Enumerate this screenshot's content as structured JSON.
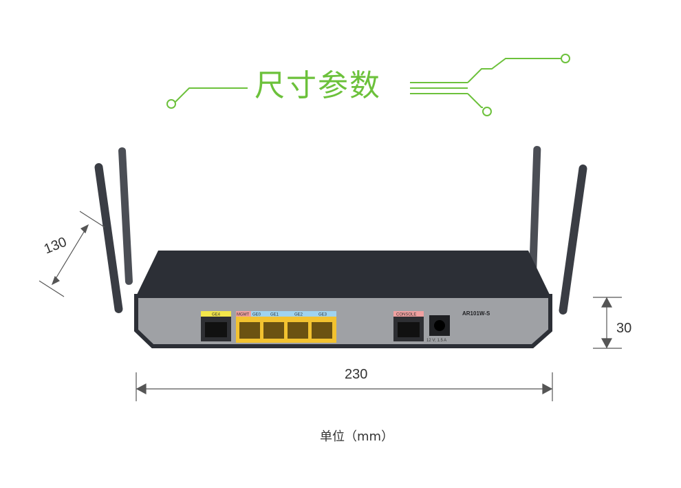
{
  "title": "尺寸参数",
  "colors": {
    "accent": "#6cc13b",
    "body_dark": "#2c2f36",
    "panel": "#9fa1a5",
    "port_yellow": "#f2c230"
  },
  "dimensions": {
    "depth": "130",
    "height": "30",
    "width": "230"
  },
  "unit_label": "单位（mm）",
  "device": {
    "model": "AR101W-S",
    "ports": {
      "ge4": "GE4",
      "mgmt": "MGMT",
      "ge0": "GE0",
      "ge1": "GE1",
      "ge2": "GE2",
      "ge3": "GE3",
      "console": "CONSOLE"
    },
    "power_label": "12 V; 1.5 A"
  }
}
